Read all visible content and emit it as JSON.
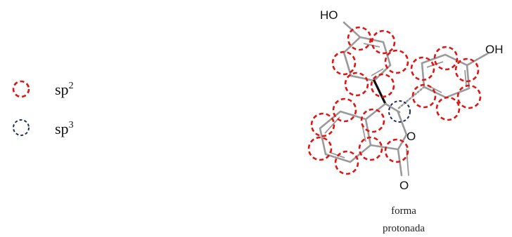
{
  "colors": {
    "sp2": "#e01414",
    "sp3": "#1f2f5a",
    "bond": "#9a9a9a"
  },
  "legend": [
    {
      "label": "sp",
      "superscript": "2",
      "color": "#e01414"
    },
    {
      "label": "sp",
      "superscript": "3",
      "color": "#1f2f5a"
    }
  ],
  "molecule": {
    "atom_labels": {
      "hydroxyl_top": "HO",
      "hydroxyl_right": "OH",
      "ring_oxygen": "O",
      "carbonyl_oxygen": "O"
    },
    "caption_line1": "forma",
    "caption_line2": "protonada"
  }
}
